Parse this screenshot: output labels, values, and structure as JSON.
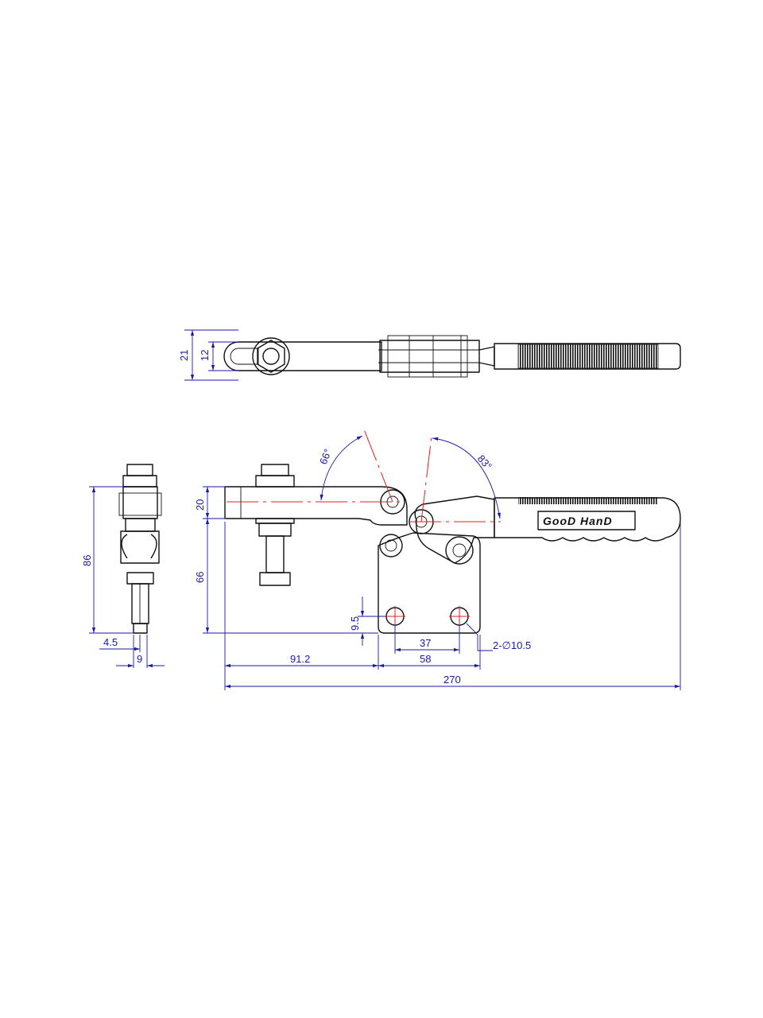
{
  "brand": {
    "text": "GooD HanD"
  },
  "colors": {
    "outline": "#111111",
    "dimension": "#1a1aa8",
    "centerline": "#e02020",
    "background": "#ffffff"
  },
  "top_view": {
    "dims": {
      "width_21": "21",
      "width_12": "12"
    }
  },
  "side_view": {
    "dims": {
      "height_86": "86",
      "offset_4_5": "4.5",
      "width_9": "9"
    }
  },
  "front_view": {
    "dims": {
      "arm_20": "20",
      "height_66": "66",
      "hole_9_5": "9.5",
      "hole_spacing_37": "37",
      "base_58": "58",
      "reach_91_2": "91.2",
      "overall_270": "270",
      "holes": "2-∅10.5"
    },
    "angles": {
      "arm_open": "66°",
      "handle_open": "83°"
    }
  }
}
